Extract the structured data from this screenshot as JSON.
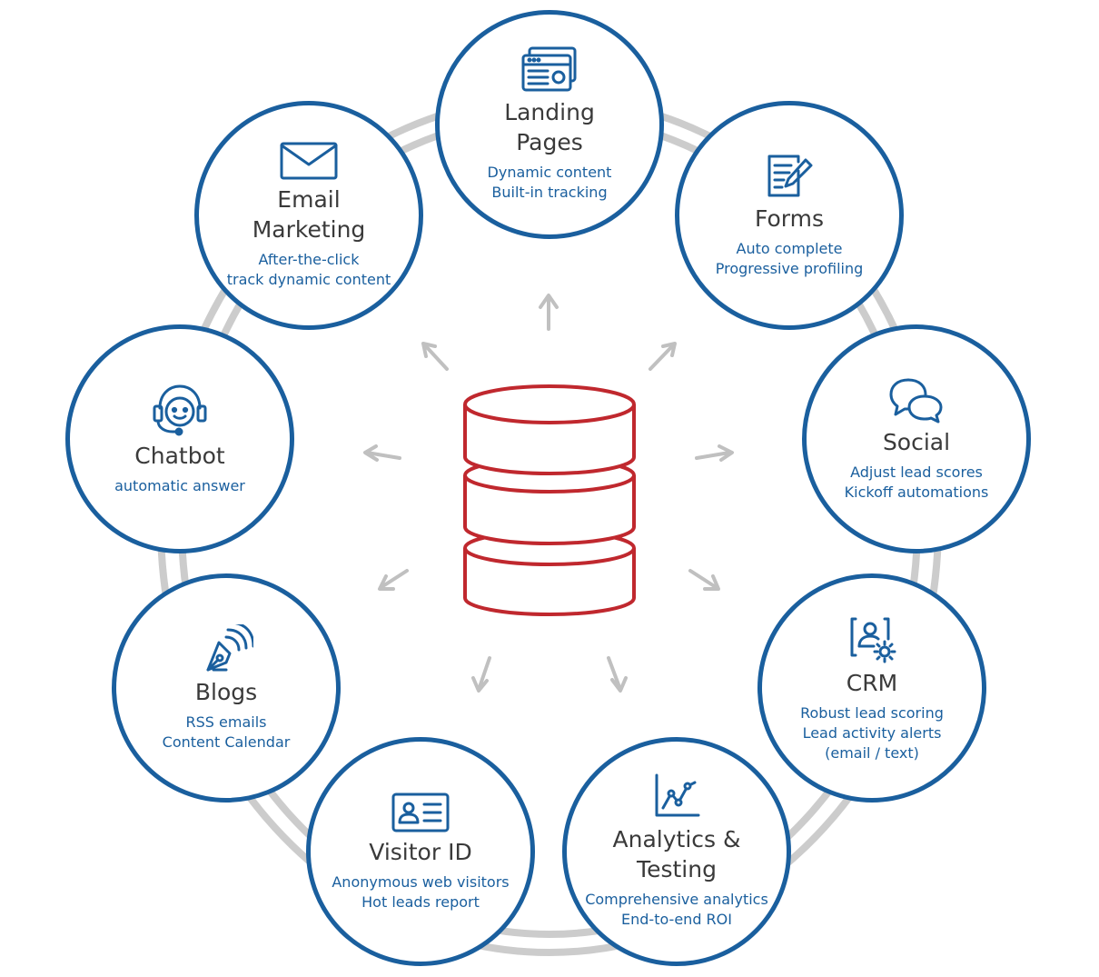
{
  "colors": {
    "node_border": "#1a5f9e",
    "node_text": "#1a5f9e",
    "title_text": "#3a3a3a",
    "ring": "#cccccc",
    "arrows": "#c0c0c0",
    "database": "#c0282e"
  },
  "center": {
    "icon": "database-icon"
  },
  "nodes": {
    "landing": {
      "icon": "browser-window-icon",
      "title": [
        "Landing",
        "Pages"
      ],
      "lines": [
        "Dynamic content",
        "Built-in tracking"
      ]
    },
    "forms": {
      "icon": "form-edit-icon",
      "title": [
        "Forms"
      ],
      "lines": [
        "Auto complete",
        "Progressive profiling"
      ]
    },
    "social": {
      "icon": "chat-bubbles-icon",
      "title": [
        "Social"
      ],
      "lines": [
        "Adjust lead scores",
        "Kickoff automations"
      ]
    },
    "crm": {
      "icon": "contact-settings-icon",
      "title": [
        "CRM"
      ],
      "lines": [
        "Robust lead scoring",
        "Lead activity alerts",
        "(email / text)"
      ]
    },
    "analytics": {
      "icon": "line-chart-icon",
      "title": [
        "Analytics &",
        "Testing"
      ],
      "lines": [
        "Comprehensive analytics",
        "End-to-end ROI"
      ]
    },
    "visitor": {
      "icon": "id-card-icon",
      "title": [
        "Visitor ID"
      ],
      "lines": [
        "Anonymous web visitors",
        "Hot leads report"
      ]
    },
    "blogs": {
      "icon": "pen-signal-icon",
      "title": [
        "Blogs"
      ],
      "lines": [
        "RSS emails",
        "Content Calendar"
      ]
    },
    "chatbot": {
      "icon": "headset-bot-icon",
      "title": [
        "Chatbot"
      ],
      "lines": [
        "automatic answer"
      ]
    },
    "email": {
      "icon": "envelope-icon",
      "title": [
        "Email",
        "Marketing"
      ],
      "lines": [
        "After-the-click",
        "track dynamic content"
      ]
    }
  }
}
